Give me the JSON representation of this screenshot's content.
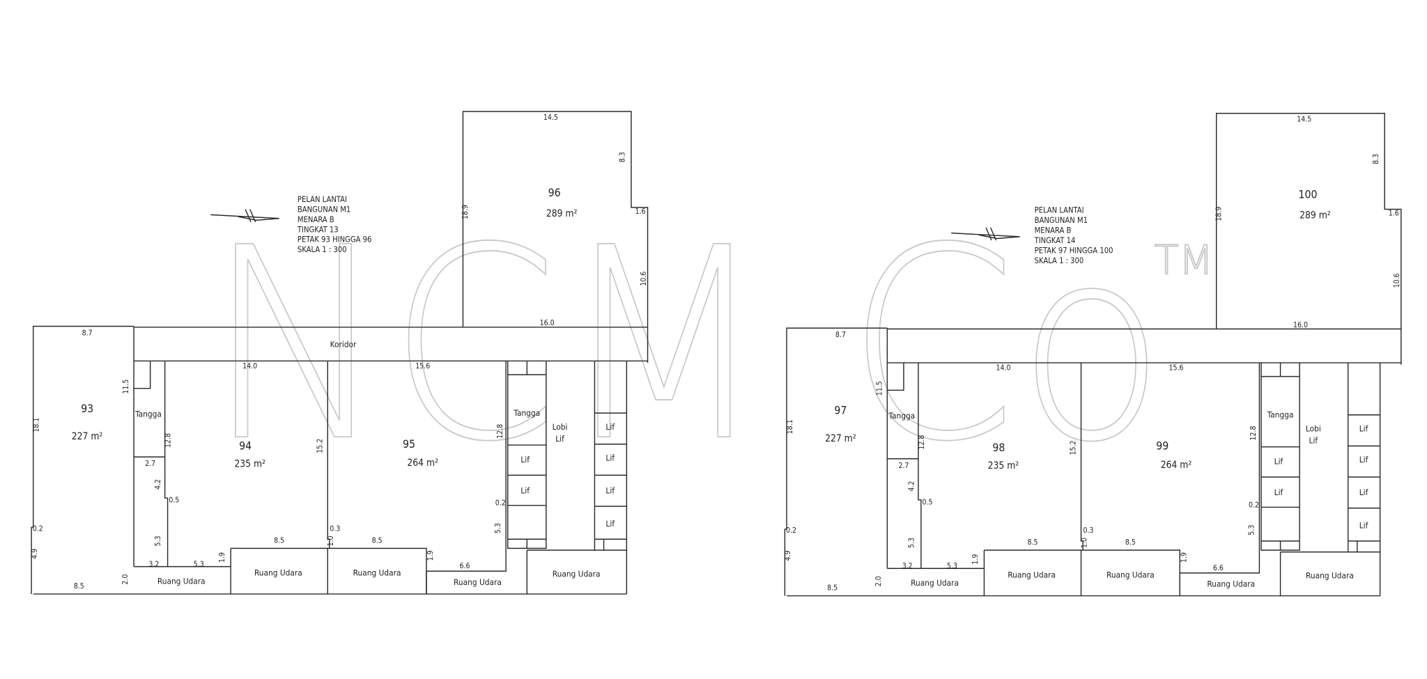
{
  "watermark": {
    "main": "NCM Co",
    "tm": "TM"
  },
  "plans": [
    {
      "title_lines": [
        "PELAN LANTAI",
        "BANGUNAN M1",
        "MENARA B",
        "TINGKAT 13",
        "PETAK 93 HINGGA 96",
        "SKALA 1 : 300"
      ],
      "units": [
        {
          "number": "93",
          "area": "227 m²"
        },
        {
          "number": "94",
          "area": "235 m²"
        },
        {
          "number": "95",
          "area": "264 m²"
        },
        {
          "number": "96",
          "area": "289 m²"
        }
      ],
      "rooms": [
        "Koridor",
        "Tangga",
        "Tangga",
        "Lobi",
        "Lif",
        "Lif",
        "Lif",
        "Lif",
        "Lif",
        "Lif",
        "Lif",
        "Ruang Udara",
        "Ruang Udara",
        "Ruang Udara",
        "Ruang Udara",
        "Ruang Udara"
      ],
      "dimensions": [
        "14.5",
        "8.3",
        "18.9",
        "1.6",
        "10.6",
        "16.0",
        "8.7",
        "14.0",
        "15.6",
        "11.5",
        "18.1",
        "12.8",
        "2.7",
        "15.2",
        "12.8",
        "4.2",
        "0.5",
        "0.2",
        "0.2",
        "5.3",
        "0.3",
        "1.0",
        "8.5",
        "8.5",
        "5.3",
        "4.9",
        "3.2",
        "5.3",
        "1.9",
        "1.9",
        "6.6",
        "8.5",
        "2.0"
      ]
    },
    {
      "title_lines": [
        "PELAN LANTAI",
        "BANGUNAN M1",
        "MENARA B",
        "TINGKAT 14",
        "PETAK 97 HINGGA 100",
        "SKALA 1 : 300"
      ],
      "units": [
        {
          "number": "97",
          "area": "227 m²"
        },
        {
          "number": "98",
          "area": "235 m²"
        },
        {
          "number": "99",
          "area": "264 m²"
        },
        {
          "number": "100",
          "area": "289 m²"
        }
      ],
      "rooms": [
        null,
        "Tangga",
        "Tangga",
        "Lobi",
        "Lif",
        "Lif",
        "Lif",
        "Lif",
        "Lif",
        "Lif",
        "Lif",
        "Ruang Udara",
        "Ruang Udara",
        "Ruang Udara",
        "Ruang Udara",
        "Ruang Udara"
      ],
      "dimensions": [
        "14.5",
        "8.3",
        "18.9",
        "1.6",
        "10.6",
        "16.0",
        "8.7",
        "14.0",
        "15.6",
        "11.5",
        "18.1",
        "12.8",
        "2.7",
        "15.2",
        "12.8",
        "4.2",
        "0.5",
        "0.2",
        "0.2",
        "5.3",
        "0.3",
        "1.0",
        "8.5",
        "8.5",
        "5.3",
        "4.9",
        "3.2",
        "5.3",
        "1.9",
        "1.9",
        "6.6",
        "8.5",
        "2.0"
      ]
    }
  ]
}
